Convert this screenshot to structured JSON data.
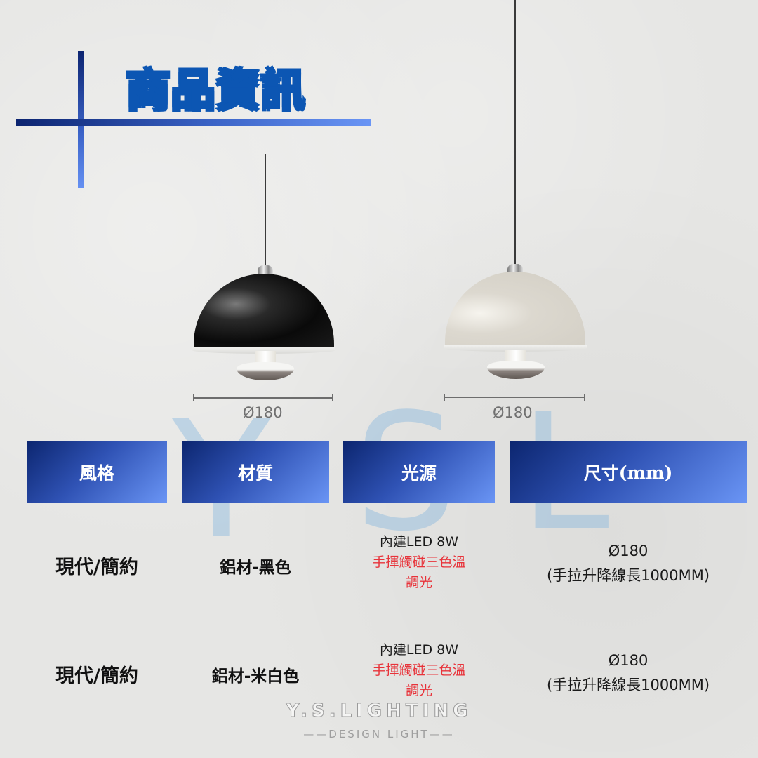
{
  "title": "商品資訊",
  "watermark": {
    "letters": [
      "Y",
      "S",
      "L"
    ]
  },
  "colors": {
    "header_gradient_start": "#0c2670",
    "header_gradient_end": "#6a95f5",
    "title_blue": "#0c56b3",
    "accent_red": "#e8333a"
  },
  "products": [
    {
      "color": "black",
      "diameter_label": "Ø180"
    },
    {
      "color": "cream",
      "diameter_label": "Ø180"
    }
  ],
  "table": {
    "headers": [
      "風格",
      "材質",
      "光源",
      "尺寸(mm)"
    ],
    "header_size_main": "尺寸",
    "header_size_unit": "(mm)",
    "rows": [
      {
        "style": "現代/簡約",
        "material": "鋁材-黑色",
        "light_line1": "內建LED 8W",
        "light_line2": "手揮觸碰三色溫",
        "light_line3": "調光",
        "size_line1": "Ø180",
        "size_line2": "(手拉升降線長1000MM)"
      },
      {
        "style": "現代/簡約",
        "material": "鋁材-米白色",
        "light_line1": "內建LED 8W",
        "light_line2": "手揮觸碰三色溫",
        "light_line3": "調光",
        "size_line1": "Ø180",
        "size_line2": "(手拉升降線長1000MM)"
      }
    ]
  },
  "brand": {
    "name": "Y.S.LIGHTING",
    "tagline": "——DESIGN LIGHT——"
  }
}
